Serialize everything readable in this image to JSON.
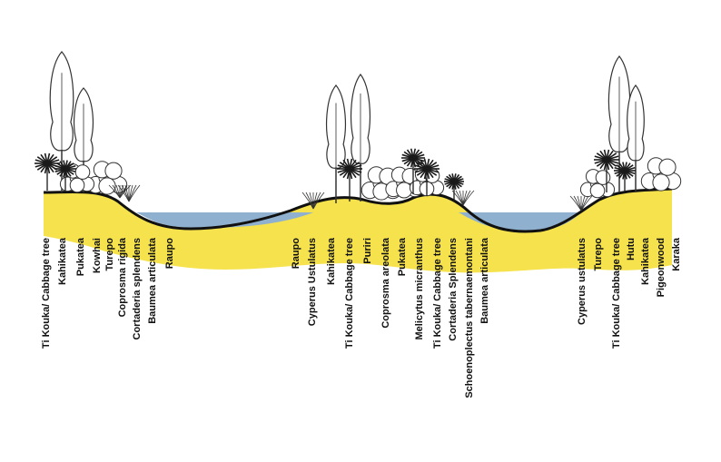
{
  "colors": {
    "soil": "#f5e24c",
    "water": "#8fb1cf",
    "ground_line": "#111111",
    "tree_outline": "#333333",
    "tree_fill": "#ffffff",
    "palm": "#1a1a1a",
    "label": "#111111"
  },
  "icons": [
    "tree-icon",
    "cabbage-tree-icon",
    "shrub-icon",
    "reed-icon"
  ],
  "groups": [
    {
      "name": "left-bank",
      "labels": [
        "Ti Kouka/ Cabbage tree",
        "Kahikatea",
        "Pukatea",
        "Kowhai",
        "Turepo",
        "Coprosma rigida",
        "Cortaderia splendens",
        "Baumea articulata",
        "Raupo"
      ]
    },
    {
      "name": "central-island",
      "labels": [
        "Raupo",
        "Cyperus Ustulatus",
        "Kahikatea",
        "Ti Kouka/ Cabbage tree",
        "Puriri",
        "Coprosma areolata",
        "Pukatea",
        "Melicytus micranthus",
        "Ti Kouka/ Cabbage tree",
        "Cortaderia Splendens",
        "Schoenoplectus tabernaemontani",
        "Baumea articulata"
      ]
    },
    {
      "name": "right-bank",
      "labels": [
        "Cyperus ustulatus",
        "Turepo",
        "Ti Kouka/ Cabbage tree",
        "Hutu",
        "Kahikatea",
        "Pigeonwood",
        "Karaka"
      ]
    }
  ]
}
